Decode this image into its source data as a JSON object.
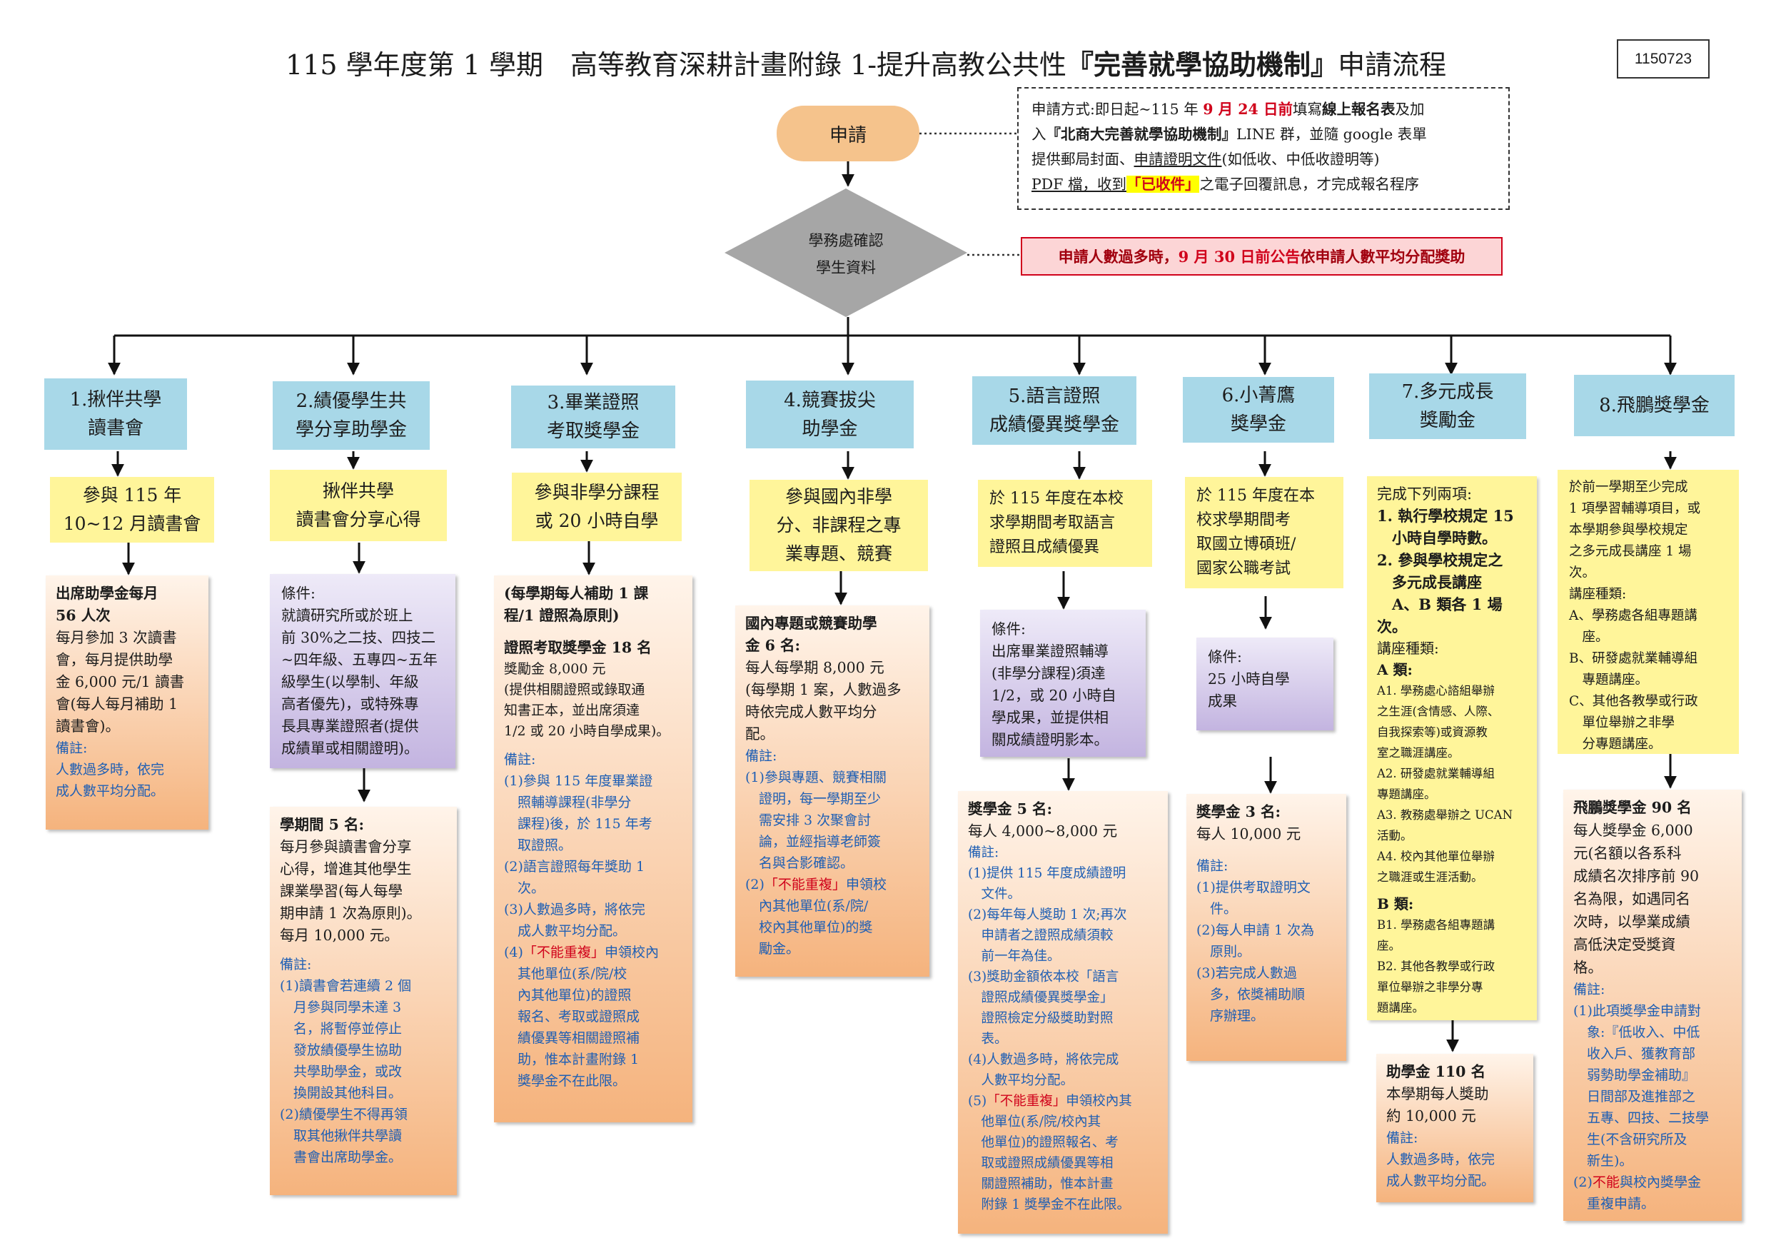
{
  "title": {
    "prefix": "115 學年度第 1 學期　高等教育深耕計畫附錄 1-提升高教公共性",
    "bold": "『完善就學協助機制』",
    "suffix": "申請流程"
  },
  "doc_code": "1150723",
  "apply_label": "申請",
  "apply_note": {
    "l1a": "申請方式:即日起~115 年 ",
    "l1b": "9 月 24 日前",
    "l1c": "填寫",
    "l1d": "線上報名表",
    "l1e": "及加",
    "l2a": "入",
    "l2b": "『北商大完善就學協助機制』",
    "l2c": "LINE 群，並隨 google 表單",
    "l3a": "提供郵局封面、",
    "l3b": "申請證明文件",
    "l3c": "(如低收、中低收證明等)",
    "l4a": "PDF 檔，收到",
    "l4b": "「已收件」",
    "l4c": "之電子回覆訊息，才完成報名程序"
  },
  "review": {
    "l1": "學務處確認",
    "l2": "學生資料"
  },
  "review_note": {
    "a": "申請人數過多時，",
    "b": "9 月 30 日前公告",
    "c": "依申請人數平均分配獎助"
  },
  "categories": [
    {
      "title": "1.揪伴共學\n讀書會",
      "req": "參與 115 年\n10~12 月讀書會"
    },
    {
      "title": "2.績優學生共\n學分享助學金",
      "req": "揪伴共學\n讀書會分享心得"
    },
    {
      "title": "3.畢業證照\n考取獎學金",
      "req": "參與非學分課程\n或 20 小時自學"
    },
    {
      "title": "4.競賽拔尖\n助學金",
      "req": "參與國內非學\n分、非課程之專\n業專題、競賽"
    },
    {
      "title": "5.語言證照\n成績優異獎學金",
      "req": "於 115 年度在本校\n求學期間考取語言\n證照且成績優異"
    },
    {
      "title": "6.小菁鷹\n獎學金",
      "req": "於 115 年度在本\n校求學期間考\n取國立博碩班/\n國家公職考試"
    },
    {
      "title": "7.多元成長\n獎勵金"
    },
    {
      "title": "8.飛鵬獎學金",
      "req": "於前一學期至少完成\n1 項學習輔導項目，或\n本學期參與學校規定\n之多元成長講座 1 場\n次。\n講座種類:\nA、學務處各組專題講\n　座。\nB、研發處就業輔導組\n　專題講座。\nC、其他各教學或行政\n　單位舉辦之非學\n　分專題講座。"
    }
  ],
  "c1": {
    "head": "出席助學金每月\n56 人次",
    "body": "每月參加 3 次讀書\n會，每月提供助學\n金 6,000 元/1 讀書\n會(每人每月補助 1\n讀書會)。",
    "note": "備註:\n人數過多時，依完\n成人數平均分配。"
  },
  "c2": {
    "cond": "條件:\n就讀研究所或於班上\n前 30%之二技、四技二\n~四年級、五專四~五年\n級學生(以學制、年級\n高者優先)，或特殊專\n長具專業證照者(提供\n成績單或相關證明)。",
    "head": "學期間 5 名:",
    "body": "每月參與讀書會分享\n心得，增進其他學生\n課業學習(每人每學\n期申請 1 次為原則)。\n每月 10,000 元。",
    "note": "備註:\n(1)讀書會若連續 2 個\n　月參與同學未達 3\n　名，將暫停並停止\n　發放績優學生協助\n　共學助學金，或改\n　換開設其他科目。\n(2)績優學生不得再領\n　取其他揪伴共學讀\n　書會出席助學金。"
  },
  "c3": {
    "head": "(每學期每人補助 1 課\n程/1 證照為原則)",
    "sub": "證照考取獎學金 18 名",
    "body": "獎勵金 8,000 元\n(提供相關證照或錄取通\n知書正本，並出席須達\n1/2 或 20 小時自學成果)。",
    "note": "備註:\n(1)參與 115 年度畢業證\n　照輔導課程(非學分\n　課程)後，於 115 年考\n　取證照。\n(2)語言證照每年獎助 1\n　次。\n(3)人數過多時，將依完\n　成人數平均分配。",
    "n4a": "(4)",
    "n4b": "「不能重複」",
    "n4c": "申領校內\n　其他單位(系/院/校\n　內其他單位)的證照\n　報名、考取或證照成\n　績優異等相關證照補\n　助，惟本計畫附錄 1\n　獎學金不在此限。"
  },
  "c4": {
    "head": "國內專題或競賽助學\n金 6 名:",
    "body": "每人每學期 8,000 元\n(每學期 1 案，人數過多\n時依完成人數平均分\n配。",
    "note": "備註:\n(1)參與專題、競賽相關\n　證明，每一學期至少\n　需安排 3 次聚會討\n　論，並經指導老師簽\n　名與合影確認。",
    "n2a": "(2)",
    "n2b": "「不能重複」",
    "n2c": "申領校\n　內其他單位(系/院/\n　校內其他單位)的獎\n　勵金。"
  },
  "c5": {
    "cond": "條件:\n出席畢業證照輔導\n(非學分課程)須達\n1/2，或 20 小時自\n學成果，並提供相\n關成績證明影本。",
    "head": "獎學金 5 名:",
    "body": "每人 4,000~8,000 元",
    "note": "備註:\n(1)提供 115 年度成績證明\n　文件。\n(2)每年每人獎助 1 次;再次\n　申請者之證照成績須較\n　前一年為佳。\n(3)獎助金額依本校「語言\n　證照成績優異獎學金」\n　證照檢定分級獎助對照\n　表。\n(4)人數過多時，將依完成\n　人數平均分配。",
    "n5a": "(5)",
    "n5b": "「不能重複」",
    "n5c": "申領校內其\n　他單位(系/院/校內其\n　他單位)的證照報名、考\n　取或證照成績優異等相\n　關證照補助，惟本計畫\n　附錄 1 獎學金不在此限。"
  },
  "c6": {
    "cond": "條件:\n25 小時自學\n成果",
    "head": "獎學金 3 名:",
    "body": "每人 10,000 元",
    "note": "備註:\n(1)提供考取證明文\n　件。\n(2)每人申請 1 次為\n　原則。\n(3)若完成人數過\n　多，依獎補助順\n　序辦理。"
  },
  "c7": {
    "intro": "完成下列兩項:",
    "r1": "1. 執行學校規定 15\n　小時自學時數。",
    "r2": "2. 參與學校規定之\n　多元成長講座\n　A、B 類各 1 場次。",
    "kinds": "講座種類:",
    "a": "A 類:",
    "alist": "A1. 學務處心諮組舉辦\n之生涯(含情感、人際、\n自我探索等)或資源教\n室之職涯講座。\nA2. 研發處就業輔導組\n專題講座。\nA3. 教務處舉辦之 UCAN\n活動。\nA4. 校內其他單位舉辦\n之職涯或生涯活動。",
    "b": "B 類:",
    "blist": "B1. 學務處各組專題講\n座。\nB2. 其他各教學或行政\n單位舉辦之非學分專\n題講座。",
    "head": "助學金 110 名",
    "body": "本學期每人獎助\n約 10,000 元",
    "note": "備註:\n人數過多時，依完\n成人數平均分配。"
  },
  "c8": {
    "head": "飛鵬獎學金 90 名",
    "body": "每人獎學金 6,000\n元(名額以各系科\n成績名次排序前 90\n名為限，如遇同名\n次時，以學業成績\n高低決定受獎資\n格。",
    "note": "備註:\n(1)此項獎學金申請對\n　象:『低收入、中低\n　收入戶、獲教育部\n　弱勢助學金補助』\n　日間部及進推部之\n　五專、四技、二技學\n　生(不含研究所及\n　新生)。",
    "n2a": "(2)",
    "n2b": "不能",
    "n2c": "與校內獎學金\n　重複申請。"
  }
}
